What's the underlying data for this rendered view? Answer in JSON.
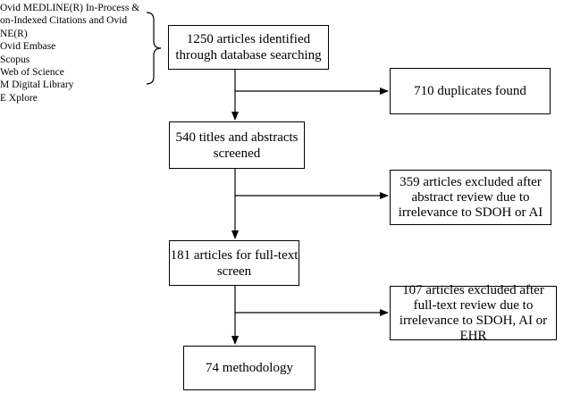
{
  "sources": [
    "Ovid MEDLINE(R) In-Process &",
    "on-Indexed Citations and Ovid",
    "NE(R)",
    "Ovid Embase",
    "Scopus",
    "Web of Science",
    "M Digital Library",
    "E Xplore"
  ],
  "boxes": {
    "identified": "1250 articles identified through database searching",
    "duplicates": "710 duplicates found",
    "screened": "540 titles and abstracts screened",
    "excluded_abstract": "359 articles excluded after abstract review due to irrelevance to SDOH or AI",
    "fulltext": "181 articles for full-text screen",
    "excluded_fulltext": "107 articles excluded after full-text review due to irrelevance to SDOH, AI or EHR",
    "final": "74 methodology"
  }
}
